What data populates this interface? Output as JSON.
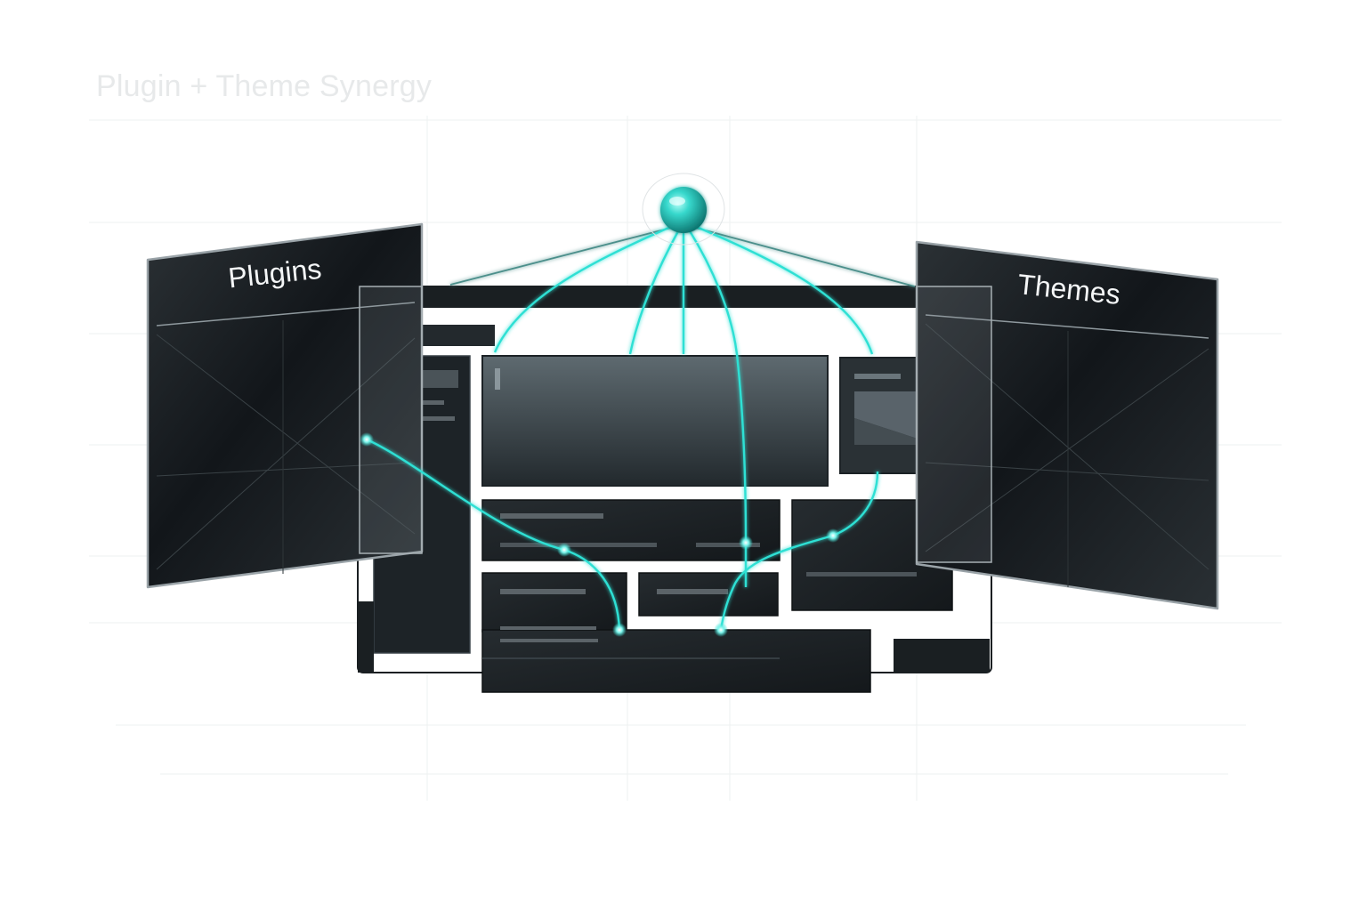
{
  "title": "Plugin + Theme Synergy",
  "panels": {
    "left": {
      "label": "Plugins"
    },
    "right": {
      "label": "Themes"
    }
  },
  "colors": {
    "accent": "#2ee0d4",
    "panel_dark": "#15191c",
    "block_dark": "#1c2226",
    "line_gray": "#5b6368",
    "grid": "#eef0f1"
  },
  "icons": {
    "hub": "glowing-sphere-icon",
    "node": "glow-dot-icon"
  }
}
